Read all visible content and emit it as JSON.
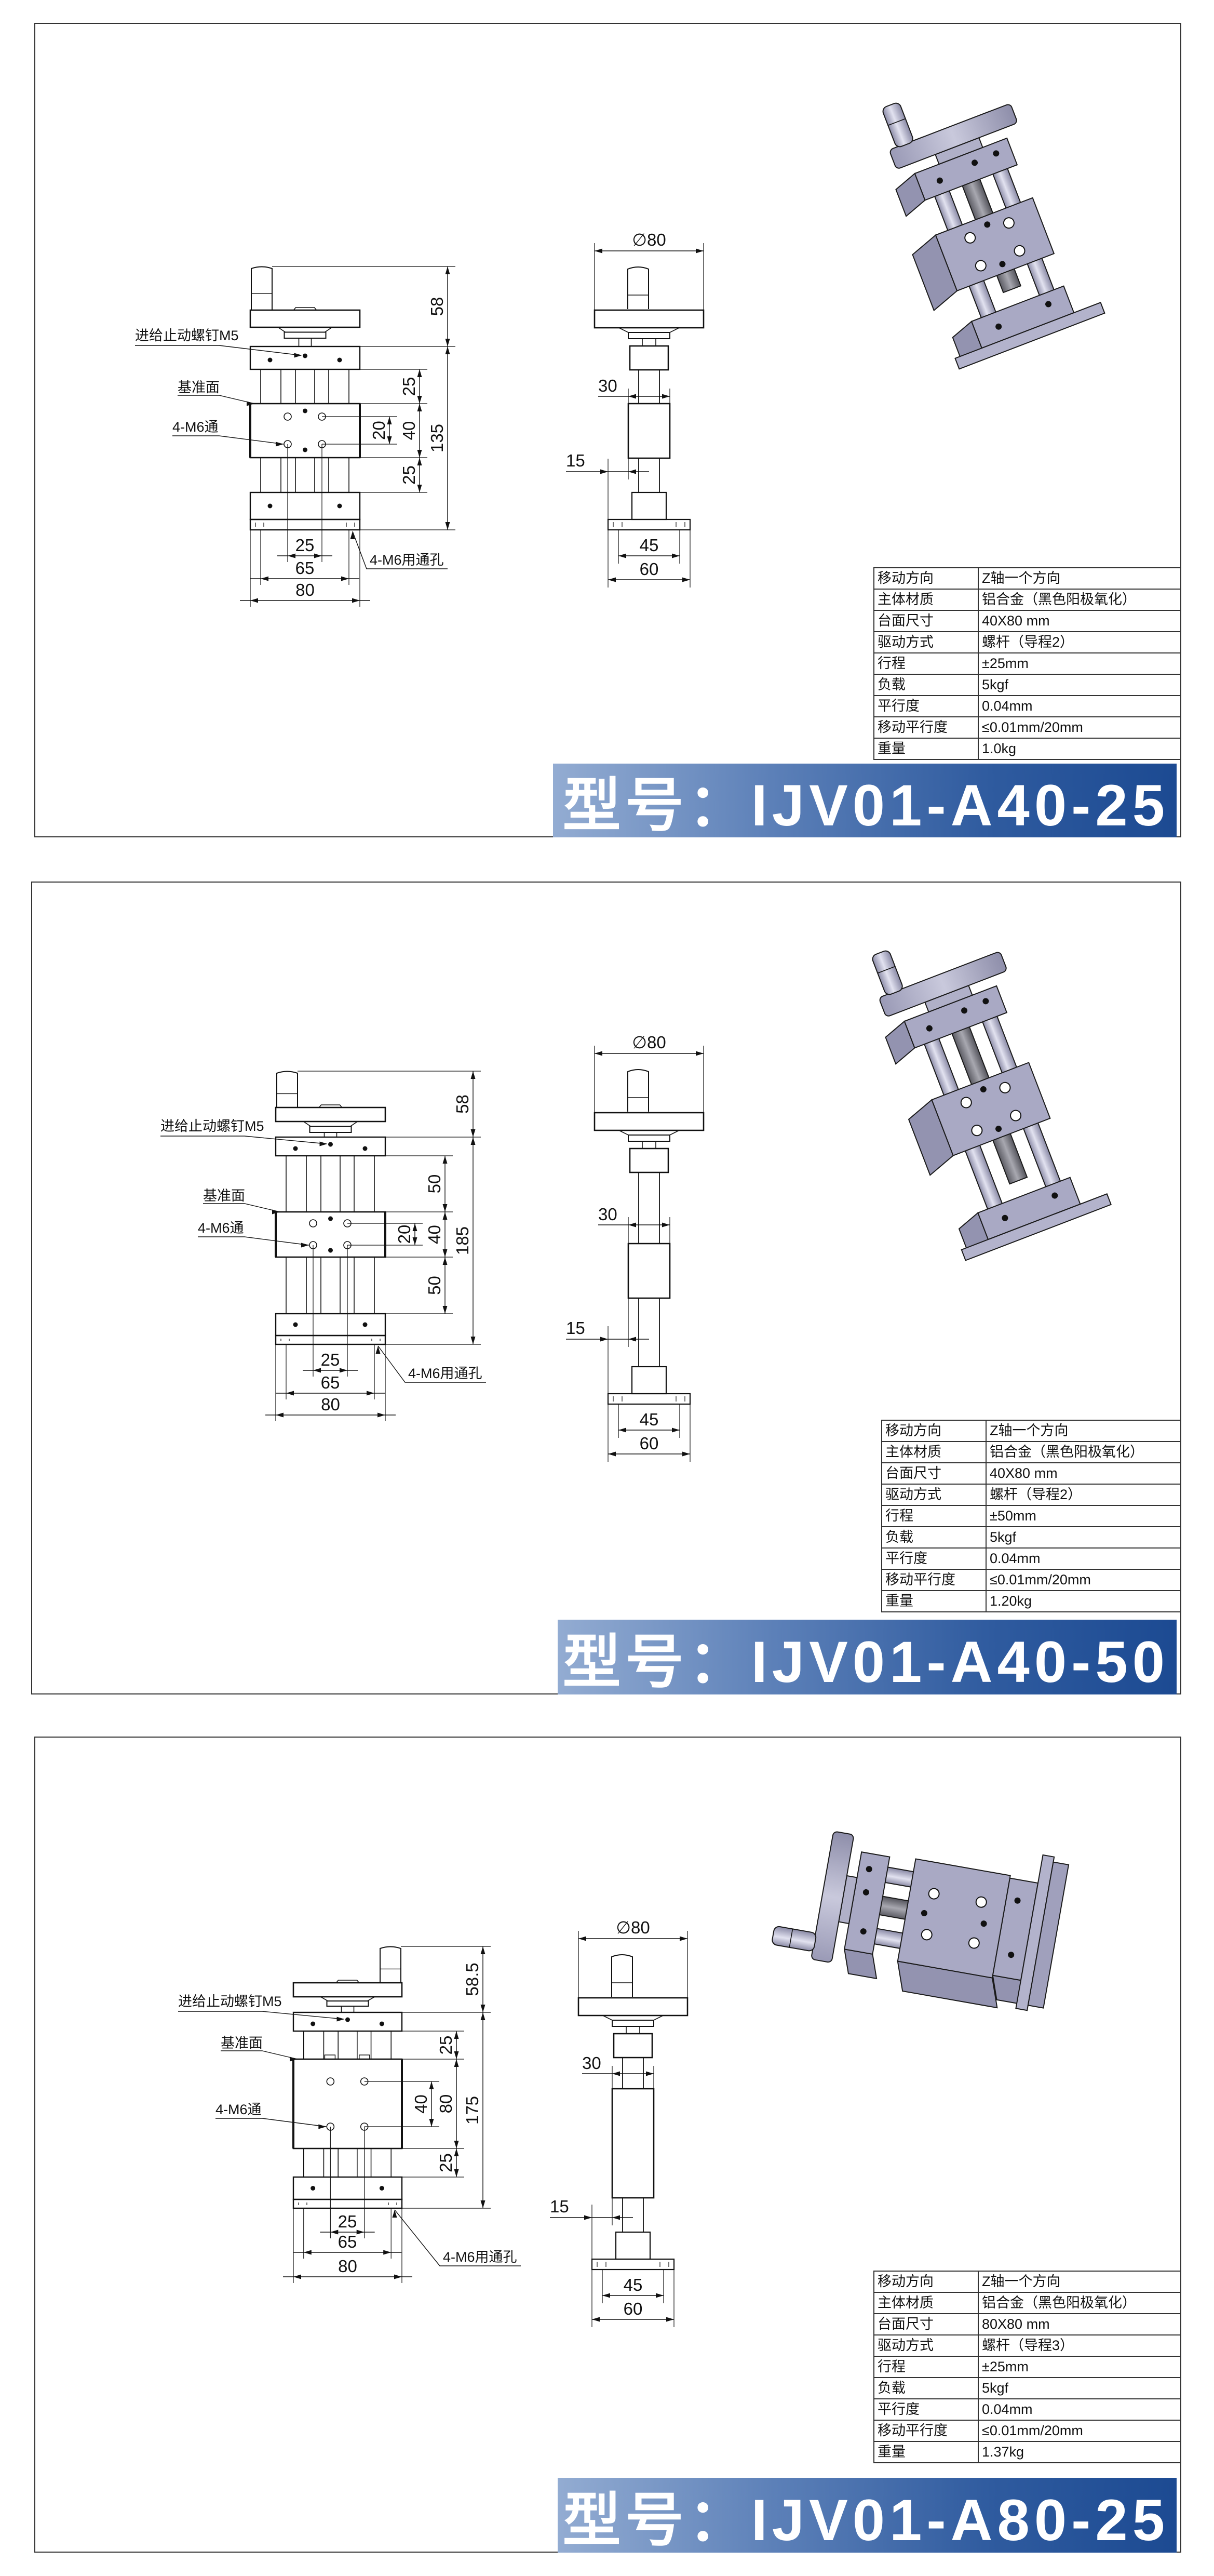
{
  "colors": {
    "banner_light": "#93acd2",
    "banner_dark": "#1c4a92",
    "render_face": "#a9a9c4",
    "render_side": "#9595b2",
    "line": "#111111"
  },
  "panels": [
    {
      "model_label": "型号：IJV01-A40-25",
      "front": {
        "dim_top": "58",
        "dim_total": "135",
        "dim_upper": "25",
        "dim_carriage": "40",
        "dim_lower": "25",
        "dim_holes_v": "20",
        "dim_holes_h": "25",
        "dim_mount": "65",
        "dim_width": "80",
        "label_lock_screw": "进给止动螺钉M5",
        "label_datum": "基准面",
        "label_m6_thru": "4-M6通",
        "label_m6_holes": "4-M6用通孔"
      },
      "side": {
        "dim_wheel": "∅80",
        "dim_30": "30",
        "dim_15": "15",
        "dim_45": "45",
        "dim_60": "60"
      },
      "specs": [
        {
          "label": "移动方向",
          "value": "Z轴一个方向"
        },
        {
          "label": "主体材质",
          "value": "铝合金（黑色阳极氧化）"
        },
        {
          "label": "台面尺寸",
          "value": "40X80  mm"
        },
        {
          "label": "驱动方式",
          "value": "螺杆（导程2）"
        },
        {
          "label": "行程",
          "value": "±25mm"
        },
        {
          "label": "负载",
          "value": "5kgf"
        },
        {
          "label": "平行度",
          "value": "0.04mm"
        },
        {
          "label": "移动平行度",
          "value": "≤0.01mm/20mm"
        },
        {
          "label": "重量",
          "value": "1.0kg"
        }
      ]
    },
    {
      "model_label": "型号：IJV01-A40-50",
      "front": {
        "dim_top": "58",
        "dim_total": "185",
        "dim_upper": "50",
        "dim_carriage": "40",
        "dim_lower": "50",
        "dim_holes_v": "20",
        "dim_holes_h": "25",
        "dim_mount": "65",
        "dim_width": "80",
        "label_lock_screw": "进给止动螺钉M5",
        "label_datum": "基准面",
        "label_m6_thru": "4-M6通",
        "label_m6_holes": "4-M6用通孔"
      },
      "side": {
        "dim_wheel": "∅80",
        "dim_30": "30",
        "dim_15": "15",
        "dim_45": "45",
        "dim_60": "60"
      },
      "specs": [
        {
          "label": "移动方向",
          "value": "Z轴一个方向"
        },
        {
          "label": "主体材质",
          "value": "铝合金（黑色阳极氧化）"
        },
        {
          "label": "台面尺寸",
          "value": "40X80  mm"
        },
        {
          "label": "驱动方式",
          "value": "螺杆（导程2）"
        },
        {
          "label": "行程",
          "value": "±50mm"
        },
        {
          "label": "负载",
          "value": "5kgf"
        },
        {
          "label": "平行度",
          "value": "0.04mm"
        },
        {
          "label": "移动平行度",
          "value": "≤0.01mm/20mm"
        },
        {
          "label": "重量",
          "value": "1.20kg"
        }
      ]
    },
    {
      "model_label": "型号：IJV01-A80-25",
      "front": {
        "dim_top": "58.5",
        "dim_total": "175",
        "dim_upper": "25",
        "dim_carriage": "80",
        "dim_lower": "25",
        "dim_holes_v": "40",
        "dim_holes_h": "25",
        "dim_mount": "65",
        "dim_width": "80",
        "label_lock_screw": "进给止动螺钉M5",
        "label_datum": "基准面",
        "label_m6_thru": "4-M6通",
        "label_m6_holes": "4-M6用通孔"
      },
      "side": {
        "dim_wheel": "∅80",
        "dim_30": "30",
        "dim_15": "15",
        "dim_45": "45",
        "dim_60": "60"
      },
      "specs": [
        {
          "label": "移动方向",
          "value": "Z轴一个方向"
        },
        {
          "label": "主体材质",
          "value": "铝合金（黑色阳极氧化）"
        },
        {
          "label": "台面尺寸",
          "value": "80X80  mm"
        },
        {
          "label": "驱动方式",
          "value": "螺杆（导程3）"
        },
        {
          "label": "行程",
          "value": "±25mm"
        },
        {
          "label": "负载",
          "value": "5kgf"
        },
        {
          "label": "平行度",
          "value": "0.04mm"
        },
        {
          "label": "移动平行度",
          "value": "≤0.01mm/20mm"
        },
        {
          "label": "重量",
          "value": "1.37kg"
        }
      ]
    }
  ]
}
